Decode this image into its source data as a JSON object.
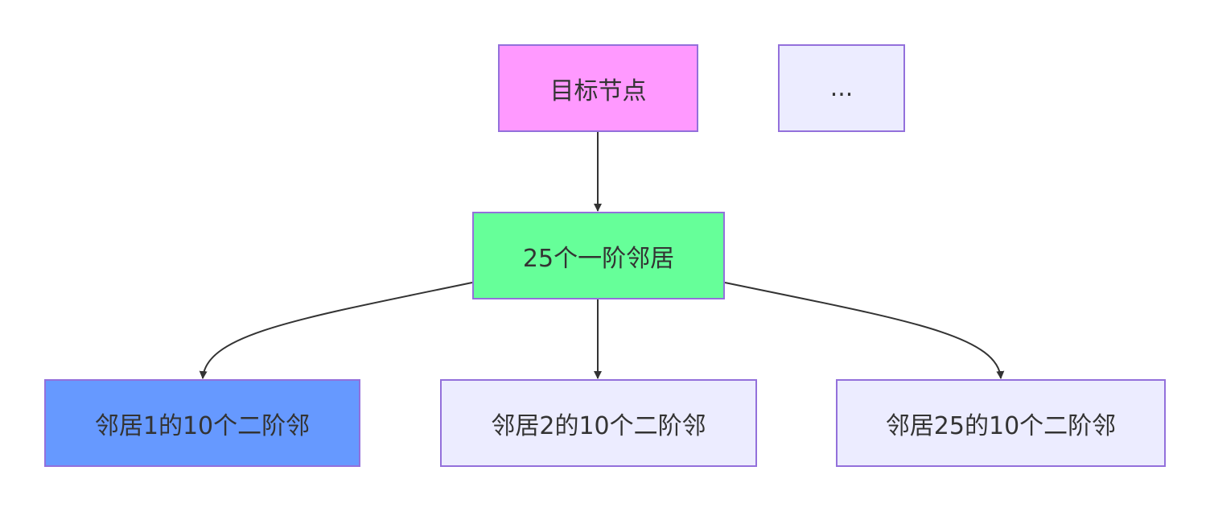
{
  "nodes": {
    "target": {
      "label": "目标节点",
      "fill": "#ff99ff"
    },
    "more": {
      "label": "...",
      "fill": "#ececff"
    },
    "first_order": {
      "label": "25个一阶邻居",
      "fill": "#66ff99"
    },
    "neighbor_1": {
      "label": "邻居1的10个二阶邻",
      "fill": "#6699ff"
    },
    "neighbor_2": {
      "label": "邻居2的10个二阶邻",
      "fill": "#ececff"
    },
    "neighbor_25": {
      "label": "邻居25的10个二阶邻",
      "fill": "#ececff"
    }
  },
  "edges": [
    {
      "from": "target",
      "to": "first_order"
    },
    {
      "from": "first_order",
      "to": "neighbor_1"
    },
    {
      "from": "first_order",
      "to": "neighbor_2"
    },
    {
      "from": "first_order",
      "to": "neighbor_25"
    }
  ],
  "colors": {
    "border": "#9370db",
    "edge": "#333333",
    "text": "#333333"
  }
}
